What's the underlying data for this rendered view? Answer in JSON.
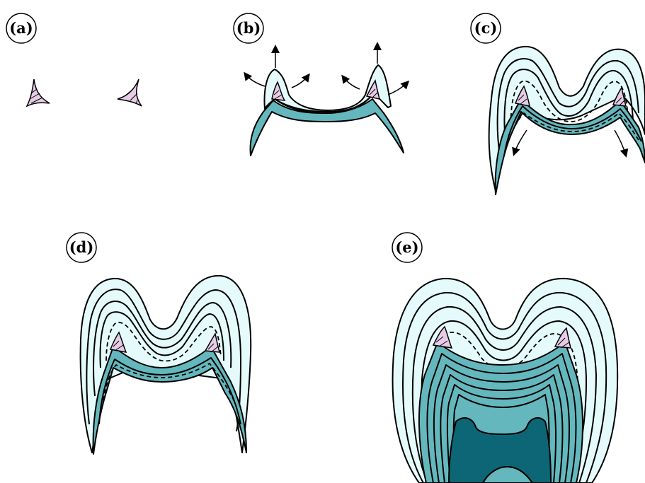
{
  "panels": [
    {
      "id": "a",
      "label": "(a)"
    },
    {
      "id": "b",
      "label": "(b)"
    },
    {
      "id": "c",
      "label": "(c)"
    },
    {
      "id": "d",
      "label": "(d)"
    },
    {
      "id": "e",
      "label": "(e)"
    }
  ],
  "colors": {
    "enamel": "#e5fbfb",
    "dentin": "#64b8bd",
    "pulp": "#0d6675",
    "enamel_knot": "#e6cce6",
    "outline": "#000000"
  }
}
